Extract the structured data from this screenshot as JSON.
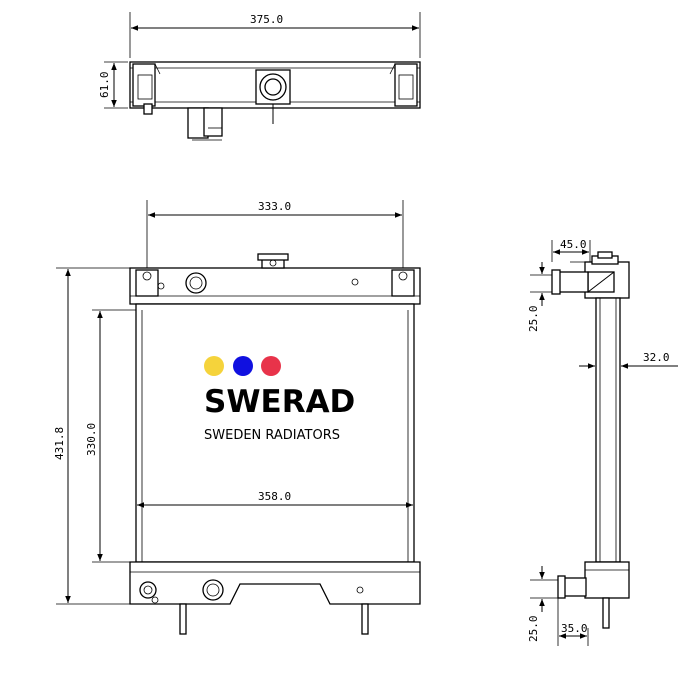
{
  "dimensions": {
    "top_width": "375.0",
    "top_depth": "61.0",
    "core_width": "333.0",
    "overall_height": "431.8",
    "core_height": "330.0",
    "tank_width": "358.0",
    "inlet_offset": "45.0",
    "inlet_drop": "25.0",
    "side_depth": "32.0",
    "outlet_rise": "25.0",
    "outlet_offset": "35.0"
  },
  "brand": {
    "name": "SWERAD",
    "tagline": "SWEDEN RADIATORS",
    "dot_colors": [
      "#f5d33b",
      "#1010e0",
      "#e8334a"
    ]
  }
}
